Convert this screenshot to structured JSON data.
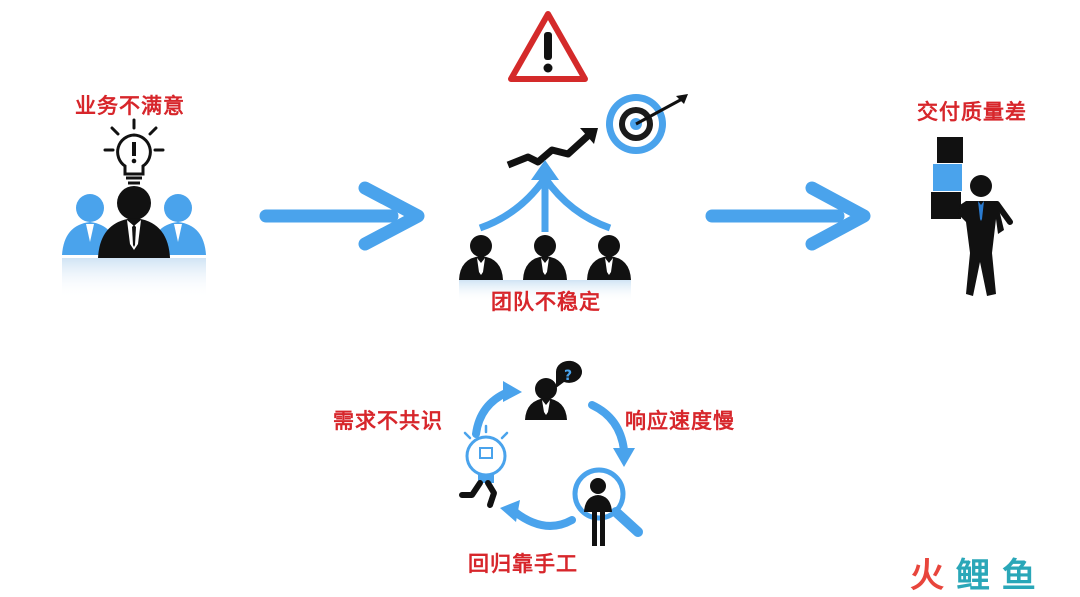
{
  "colors": {
    "accent_blue": "#4aa3ec",
    "label_red": "#d7262b",
    "person_dark": "#111111",
    "warning_red": "#d42a2a",
    "watermark_red": "#e8453c",
    "watermark_teal": "#2aa7b8"
  },
  "labels": {
    "business_unsatisfied": "业务不满意",
    "team_unstable": "团队不稳定",
    "delivery_poor": "交付质量差",
    "requirement_no_consensus": "需求不共识",
    "slow_response": "响应速度慢",
    "back_to_manual": "回归靠手工"
  },
  "watermark": {
    "parts": [
      "火",
      "鲤",
      "鱼"
    ]
  },
  "icons": {
    "warning": "warning-triangle-icon",
    "idea_team": "team-with-idea-icon",
    "growth_target": "growth-arrow-target-icon",
    "box_carrier": "person-carrying-boxes-icon",
    "question_person": "person-question-icon",
    "magnifier_person": "person-magnifier-icon",
    "bulb_runner": "lightbulb-runner-icon"
  }
}
